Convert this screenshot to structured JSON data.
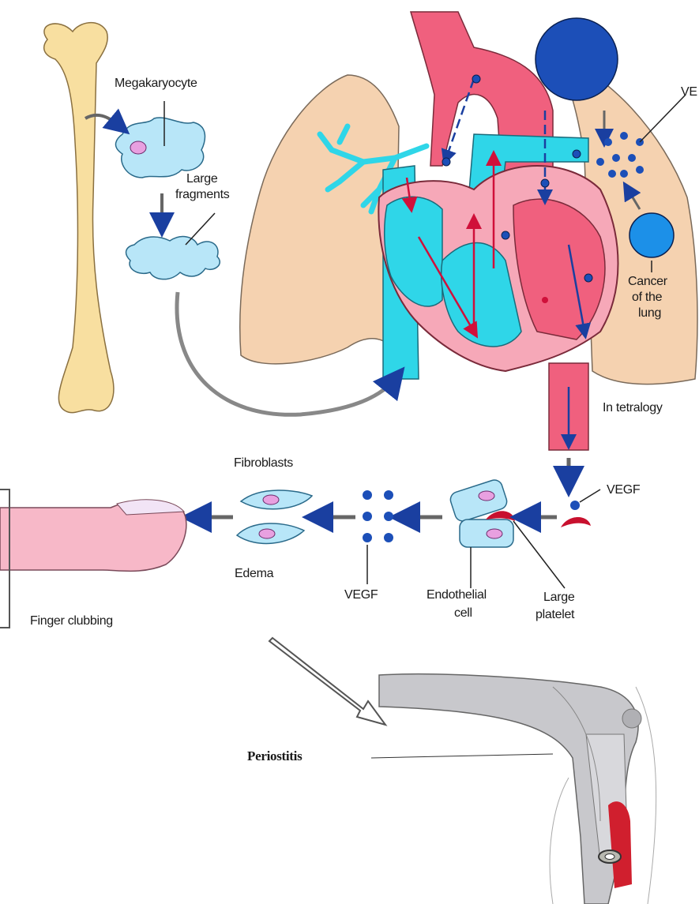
{
  "labels": {
    "megakaryocyte": "Megakaryocyte",
    "large_fragments_1": "Large",
    "large_fragments_2": "fragments",
    "vegf_top": "VE",
    "cancer_1": "Cancer",
    "cancer_2": "of the",
    "cancer_3": "lung",
    "tetralogy": "In tetralogy",
    "vegf_right": "VEGF",
    "fibroblasts": "Fibroblasts",
    "edema": "Edema",
    "vegf_bottom": "VEGF",
    "endothelial_1": "Endothelial",
    "endothelial_2": "cell",
    "platelet_1": "Large",
    "platelet_2": "platelet",
    "finger_clubbing": "Finger clubbing",
    "periostitis": "Periostitis"
  },
  "colors": {
    "bone": "#f8dfa0",
    "lung": "#f5d2b0",
    "cyan_blood": "#2fd6e8",
    "pink_blood": "#f0607e",
    "heart_muscle": "#f6a8b8",
    "vegf_dot": "#1c4fb8",
    "platelet_cell": "#b8e6f8",
    "finger": "#f7b8c8",
    "platelet_red": "#c8102e"
  }
}
